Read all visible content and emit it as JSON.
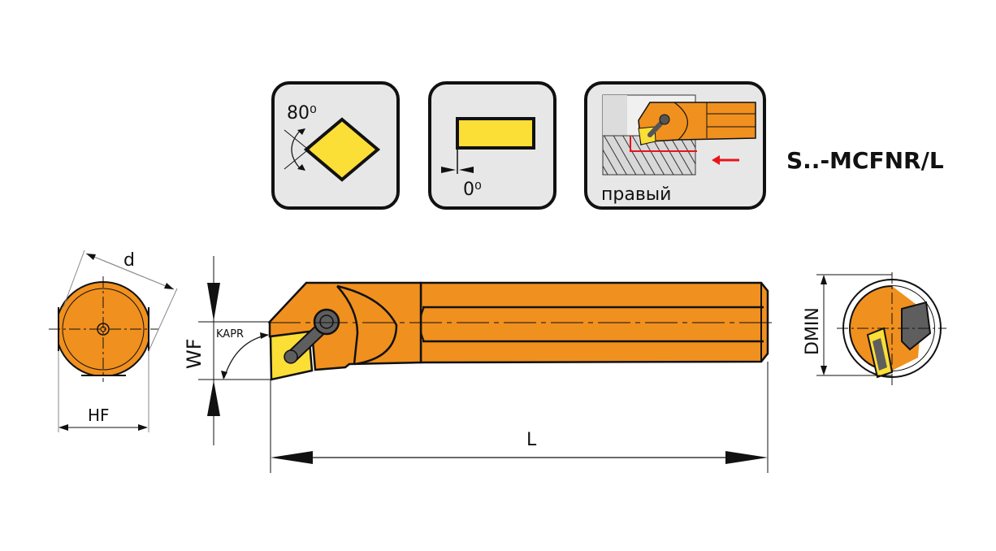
{
  "icons": {
    "insert_shape": {
      "angle_label": "80⁰",
      "icon": "rhombic-insert-icon"
    },
    "clearance": {
      "angle_label": "0⁰",
      "icon": "clearance-angle-icon"
    },
    "hand": {
      "label": "правый",
      "icon": "internal-boring-right-hand-icon"
    }
  },
  "title": "S..-MCFNR/L",
  "dimensions": {
    "d": "d",
    "hf": "HF",
    "wf": "WF",
    "kapr": "KAPR",
    "l": "L",
    "dmin": "DMIN"
  },
  "colors": {
    "body": "#F0901E",
    "insert": "#FBDE36",
    "clamp": "#5E5E5E",
    "icon_bg": "#E8E7E8",
    "feed_arrow": "#E8141B"
  }
}
